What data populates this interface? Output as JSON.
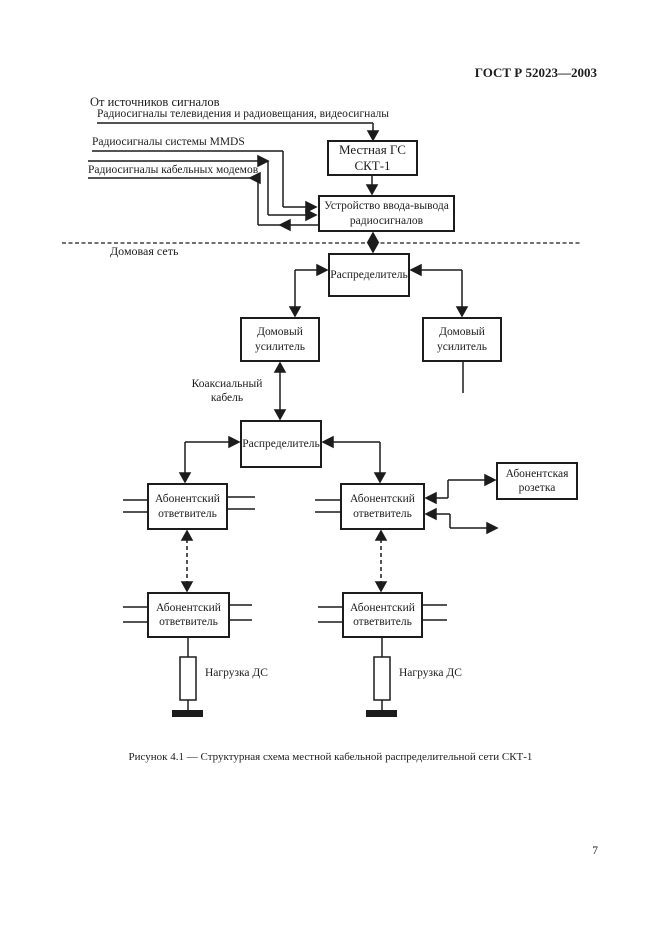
{
  "page": {
    "standard_number": "ГОСТ Р 52023—2003",
    "caption": "Рисунок 4.1 — Структурная схема местной кабельной распределительной сети СКТ-1",
    "page_number": "7"
  },
  "sources": {
    "title": "От источников сигналов",
    "signal_tv": "Радиосигналы телевидения и радиовещания, видеосигналы",
    "signal_mmds": "Радиосигналы системы MMDS",
    "signal_modems": "Радиосигналы кабельных модемов"
  },
  "network": {
    "boundary_label": "Домовая сеть",
    "coax_label": "Коаксиальный кабель",
    "load_label": "Нагрузка ДС"
  },
  "blocks": {
    "headend": {
      "line1": "Местная ГС",
      "line2": "СКТ-1"
    },
    "io_device": {
      "line1": "Устройство ввода-вывода",
      "line2": "радиосигналов"
    },
    "distributor": "Распределитель",
    "house_amplifier": {
      "line1": "Домовый",
      "line2": "усилитель"
    },
    "subscriber_tap": {
      "line1": "Абонентский",
      "line2": "ответвитель"
    },
    "subscriber_outlet": {
      "line1": "Абонентская",
      "line2": "розетка"
    }
  },
  "colors": {
    "ink": "#1c1c1c",
    "paper": "#ffffff"
  }
}
